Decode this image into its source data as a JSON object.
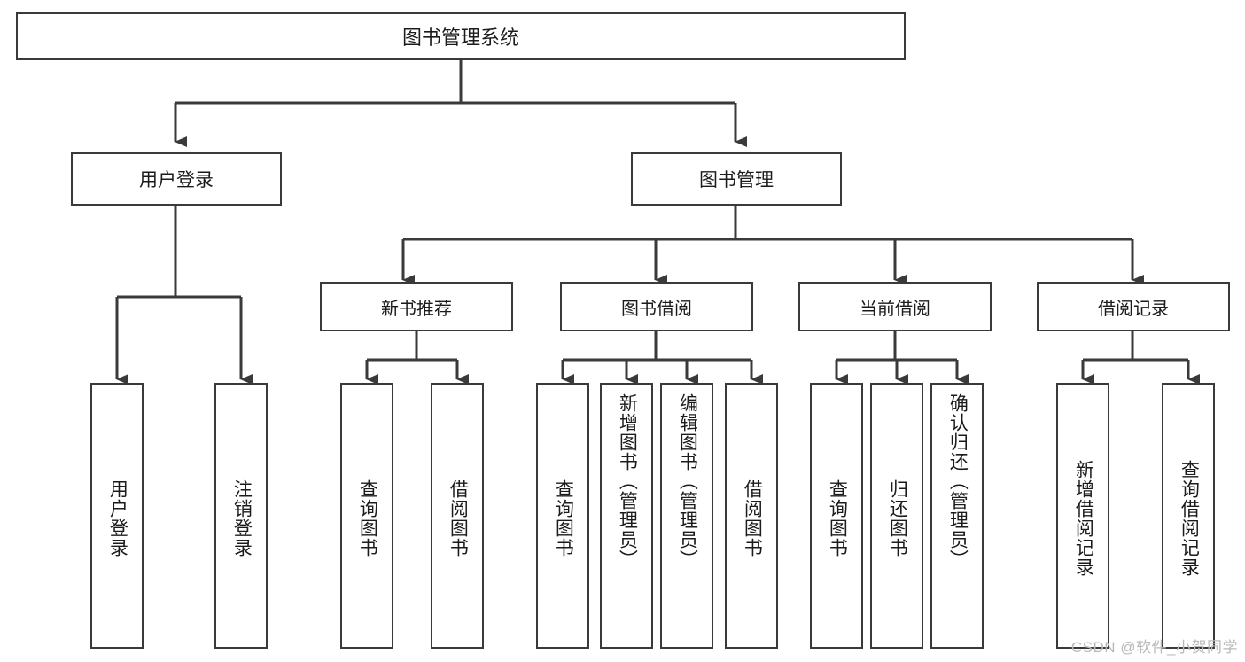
{
  "diagram": {
    "type": "tree",
    "title": "图书管理系统",
    "orientation": "top-down",
    "colors": {
      "box_border": "#3a3a3a",
      "box_fill": "#ffffff",
      "connector": "#3a3a3a",
      "text": "#1b1b1b",
      "watermark": "#b9b9b9",
      "background": "#ffffff"
    },
    "root": {
      "label": "图书管理系统"
    },
    "level1": [
      {
        "label": "用户登录"
      },
      {
        "label": "图书管理"
      }
    ],
    "level2": [
      {
        "label": "新书推荐"
      },
      {
        "label": "图书借阅"
      },
      {
        "label": "当前借阅"
      },
      {
        "label": "借阅记录"
      }
    ],
    "leaves": {
      "user_login": [
        {
          "label": "用户登录"
        },
        {
          "label": "注销登录"
        }
      ],
      "new_book_recommend": [
        {
          "label": "查询图书"
        },
        {
          "label": "借阅图书"
        }
      ],
      "book_borrow": [
        {
          "label": "查询图书"
        },
        {
          "label": "新增图书（管理员）"
        },
        {
          "label": "编辑图书（管理员）"
        },
        {
          "label": "借阅图书"
        }
      ],
      "current_borrow": [
        {
          "label": "查询图书"
        },
        {
          "label": "归还图书"
        },
        {
          "label": "确认归还（管理员）"
        }
      ],
      "borrow_record": [
        {
          "label": "新增借阅记录"
        },
        {
          "label": "查询借阅记录"
        }
      ]
    }
  },
  "watermark": {
    "text": "CSDN @软件_小贺同学"
  }
}
